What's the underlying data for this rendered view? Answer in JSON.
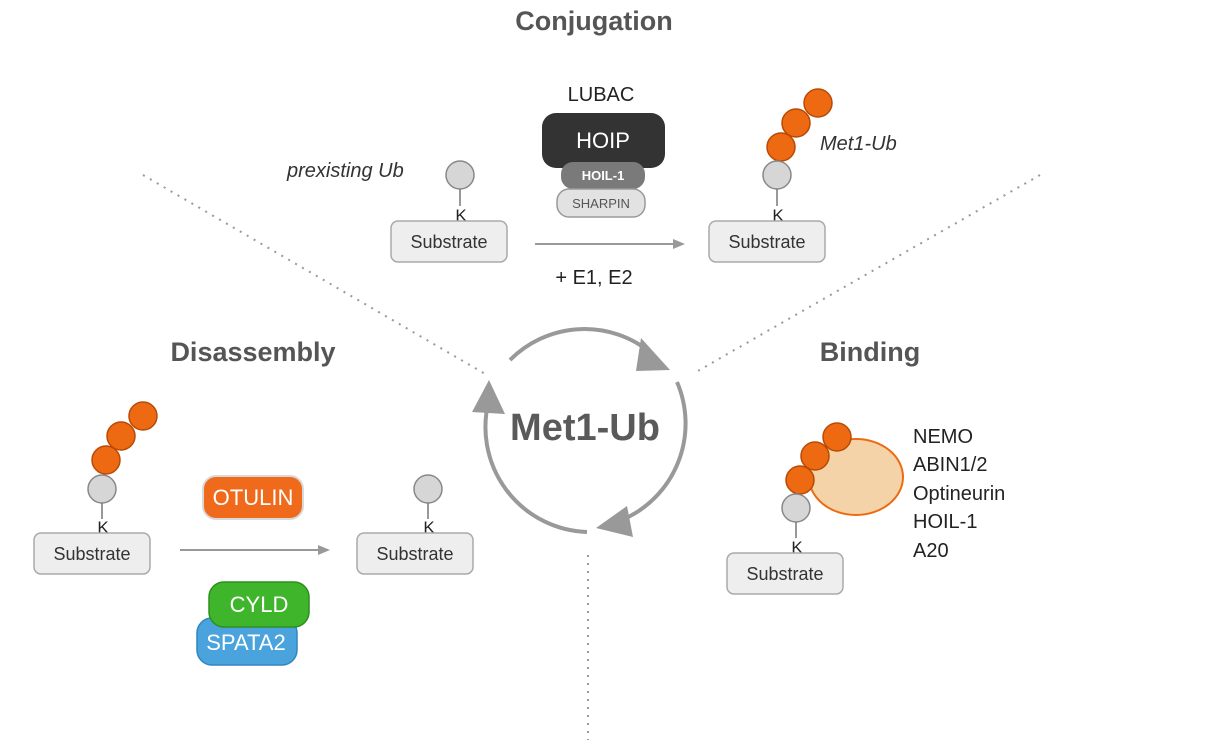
{
  "sections": {
    "conjugation": "Conjugation",
    "disassembly": "Disassembly",
    "binding": "Binding",
    "center": "Met1-Ub"
  },
  "conjugation": {
    "complex_label": "LUBAC",
    "hoip": "HOIP",
    "hoil1": "HOIL-1",
    "sharpin": "SHARPIN",
    "preexisting_label": "prexisting Ub",
    "product_label": "Met1-Ub",
    "cofactors": "+ E1, E2",
    "substrate": "Substrate",
    "lysine": "K"
  },
  "disassembly": {
    "otulin": "OTULIN",
    "cyld": "CYLD",
    "spata2": "SPATA2",
    "substrate": "Substrate",
    "lysine": "K"
  },
  "binding": {
    "binders": [
      "NEMO",
      "ABIN1/2",
      "Optineurin",
      "HOIL-1",
      "A20"
    ],
    "substrate": "Substrate",
    "lysine": "K"
  },
  "colors": {
    "ubiquitin_orange": "#ee6a12",
    "ubiquitin_gray": "#d6d6d6",
    "hoip": "#333333",
    "hoil1": "#7a7a7a",
    "otulin": "#f06a1c",
    "cyld": "#3fb52c",
    "spata2": "#4aa3dd",
    "binder_fill": "#f4d3a8"
  }
}
